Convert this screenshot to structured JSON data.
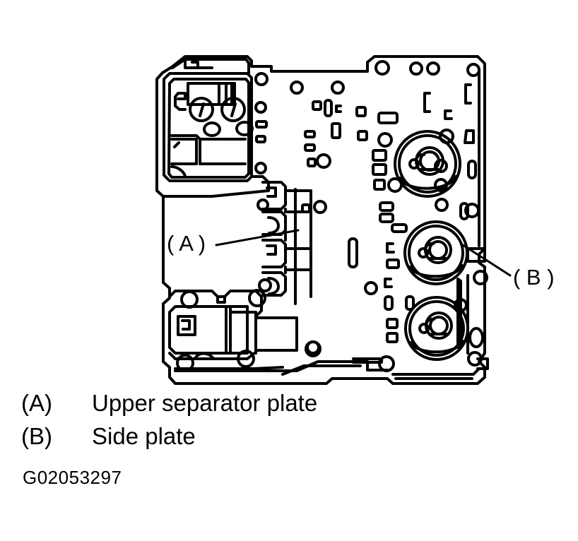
{
  "figure": {
    "id_code": "G02053297",
    "callouts": [
      {
        "key": "A",
        "label": "( A )",
        "target": "upper separator plate edge"
      },
      {
        "key": "B",
        "label": "( B )",
        "target": "side plate boss"
      }
    ],
    "legend": [
      {
        "marker": "(A)",
        "text": "Upper separator plate"
      },
      {
        "marker": "(B)",
        "text": "Side plate"
      }
    ],
    "subject": "automatic transmission valve body assembly",
    "line_color": "#000000",
    "background_color": "#ffffff"
  }
}
